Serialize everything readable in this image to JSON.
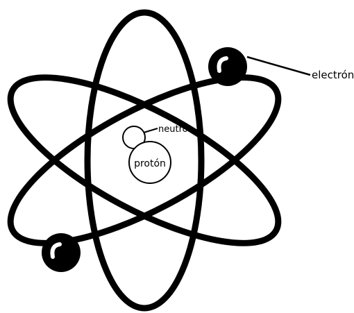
{
  "diagram": {
    "labels": {
      "electron": "electrón",
      "neutron": "neutrón",
      "proton": "protón"
    },
    "colors": {
      "ink": "#000000",
      "background": "#ffffff",
      "electron_highlight": "#ffffff"
    },
    "parts": {
      "orbits": 3,
      "electrons": 2,
      "nucleus_particles": [
        "neutron",
        "proton"
      ]
    }
  }
}
